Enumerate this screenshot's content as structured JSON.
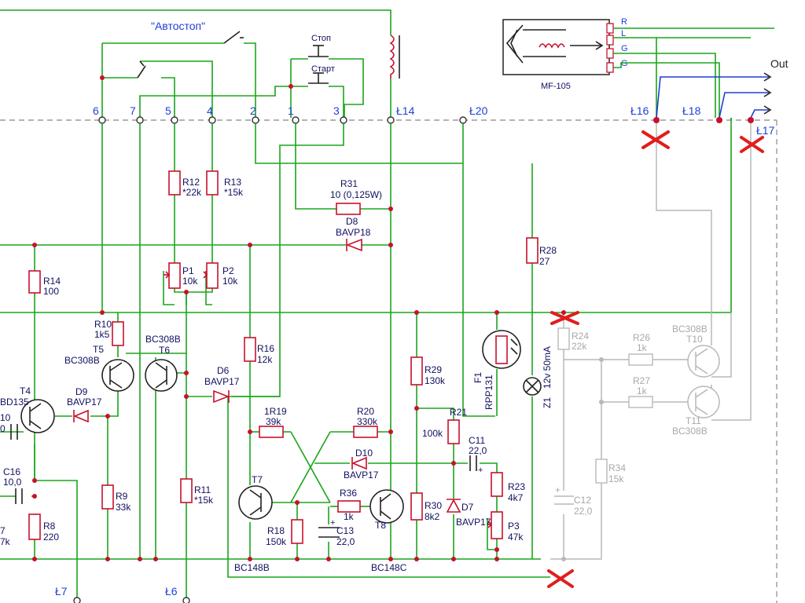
{
  "switches": {
    "autostop": "\"Автостоп\"",
    "stop": "Стоп",
    "start": "Старт"
  },
  "connector_pins": [
    "6",
    "7",
    "5",
    "4",
    "2",
    "1",
    "3",
    "Ł14",
    "Ł20",
    "Ł16",
    "Ł18",
    "Ł17"
  ],
  "bottom_pins": [
    "Ł7",
    "Ł6"
  ],
  "head": {
    "name": "MF-105",
    "pins": [
      "R",
      "L",
      "G",
      "G"
    ]
  },
  "out_label": "Out",
  "components": {
    "R31": {
      "ref": "R31",
      "value": "10 (0,125W)"
    },
    "D8": {
      "ref": "D8",
      "value": "BAVP18"
    },
    "R12": {
      "ref": "R12",
      "value": "*22k"
    },
    "R13": {
      "ref": "R13",
      "value": "*15k"
    },
    "P1": {
      "ref": "P1",
      "value": "10k"
    },
    "P2": {
      "ref": "P2",
      "value": "10k"
    },
    "R14": {
      "ref": "R14",
      "value": "100"
    },
    "R28": {
      "ref": "R28",
      "value": "27"
    },
    "R10": {
      "ref": "R10",
      "value": "1k5"
    },
    "T5": {
      "ref": "T5",
      "value": "BC308B"
    },
    "T6": {
      "ref": "T6",
      "value": "BC308B"
    },
    "R16": {
      "ref": "R16",
      "value": "12k"
    },
    "D6": {
      "ref": "D6",
      "value": "BAVP17"
    },
    "T4": {
      "ref": "T4",
      "value": "BD135"
    },
    "D9": {
      "ref": "D9",
      "value": "BAVP17"
    },
    "R29": {
      "ref": "R29",
      "value": "130k"
    },
    "F1": {
      "ref": "F1",
      "value": "RPP131"
    },
    "Z1": {
      "ref": "Z1",
      "value": "12v 50mA"
    },
    "R24": {
      "ref": "R24",
      "value": "22k"
    },
    "R26": {
      "ref": "R26",
      "value": "1k"
    },
    "T10": {
      "ref": "T10",
      "value": "BC308B"
    },
    "R27": {
      "ref": "R27",
      "value": "1k"
    },
    "T11": {
      "ref": "T11",
      "value": "BC308B"
    },
    "R19": {
      "ref": "1R19",
      "value": "39k"
    },
    "R20": {
      "ref": "R20",
      "value": "330k"
    },
    "R21": {
      "ref": "R21",
      "value": "100k"
    },
    "C11": {
      "ref": "C11",
      "value": "22,0"
    },
    "D10": {
      "ref": "D10",
      "value": "BAVP17"
    },
    "C16": {
      "ref": "C16",
      "value": "10,0"
    },
    "R9": {
      "ref": "R9",
      "value": "33k"
    },
    "R11": {
      "ref": "R11",
      "value": "*15k"
    },
    "T7": {
      "ref": "T7",
      "value": "BC148B"
    },
    "R36": {
      "ref": "R36",
      "value": "1k"
    },
    "T8": {
      "ref": "T8",
      "value": "BC148C"
    },
    "R30": {
      "ref": "R30",
      "value": "8k2"
    },
    "D7": {
      "ref": "D7",
      "value": "BAVP17"
    },
    "R23": {
      "ref": "R23",
      "value": "4k7"
    },
    "P3": {
      "ref": "P3",
      "value": "47k"
    },
    "R34": {
      "ref": "R34",
      "value": "15k"
    },
    "C12": {
      "ref": "C12",
      "value": "22,0"
    },
    "R8": {
      "ref": "R8",
      "value": "220"
    },
    "R18": {
      "ref": "R18",
      "value": "150k"
    },
    "C13": {
      "ref": "C13",
      "value": "22,0"
    }
  },
  "partial_labels": {
    "t4_left": "BD135",
    "c10_ref": "10",
    "c10_val": "0",
    "r7_ref": "7",
    "r7_val": "7k"
  },
  "colors": {
    "wire": "#1aa51a",
    "component": "#c8102e",
    "label": "#1f3fd6",
    "disabled": "#b8b8b8",
    "cross": "#e11d1d"
  }
}
